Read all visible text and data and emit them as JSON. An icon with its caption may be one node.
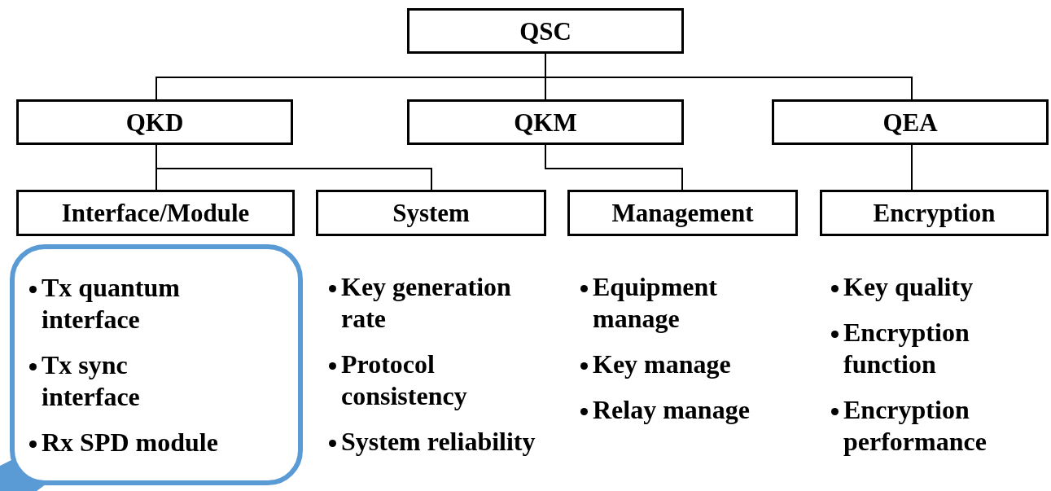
{
  "diagram": {
    "nodes": [
      {
        "text": [
          "QSC"
        ]
      },
      {
        "text": [
          "QKD"
        ]
      },
      {
        "text": [
          "QKM"
        ]
      },
      {
        "text": [
          "QEA"
        ]
      },
      {
        "text": [
          "Interface/Module"
        ]
      },
      {
        "text": [
          "System"
        ]
      },
      {
        "text": [
          "Management"
        ]
      },
      {
        "text": [
          "Encryption"
        ]
      },
      {
        "text": [
          "Tx quantum interface",
          "Tx sync interface",
          "Rx SPD module"
        ]
      }
    ],
    "edges": [
      {
        "from": 0,
        "to": 1,
        "arrow": "none"
      },
      {
        "from": 0,
        "to": 2,
        "arrow": "none"
      },
      {
        "from": 0,
        "to": 3,
        "arrow": "none"
      },
      {
        "from": 1,
        "to": 4,
        "arrow": "none"
      },
      {
        "from": 1,
        "to": 5,
        "arrow": "none"
      },
      {
        "from": 2,
        "to": 6,
        "arrow": "none"
      },
      {
        "from": 3,
        "to": 7,
        "arrow": "none"
      }
    ],
    "labels": [
      "Key generation rate",
      "Protocol consistency",
      "System reliability",
      "Equipment manage",
      "Key manage",
      "Relay manage",
      "Key quality",
      "Encryption function",
      "Encryption performance"
    ]
  }
}
